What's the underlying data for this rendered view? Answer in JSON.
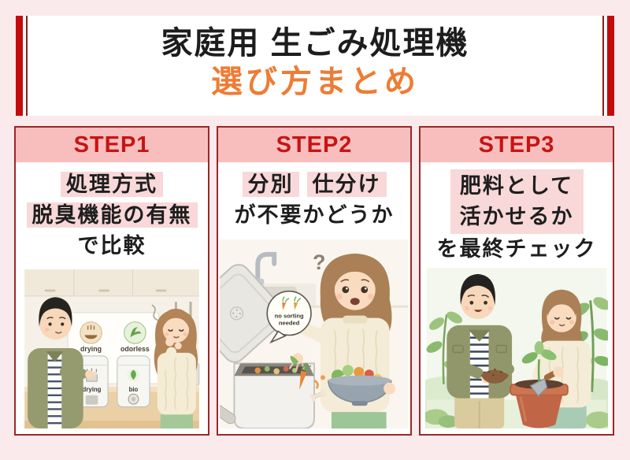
{
  "header": {
    "title_line1": "家庭用 生ごみ処理機",
    "title_line2": "選び方まとめ"
  },
  "steps": [
    {
      "label": "STEP1",
      "highlight1": "処理方式",
      "highlight2": "脱臭機能の有無",
      "plain": "で比較",
      "illustration": {
        "board_label_drying": "drying",
        "board_label_odorless": "odorless",
        "unit_label_drying": "drying",
        "unit_label_bio": "bio"
      }
    },
    {
      "label": "STEP2",
      "highlight1": "分別",
      "highlight2": "仕分け",
      "plain": "が不要かどうか",
      "illustration": {
        "bubble_line1": "no sorting",
        "bubble_line2": "needed",
        "question_mark": "?"
      }
    },
    {
      "label": "STEP3",
      "highlight1": "肥料として",
      "highlight2": "活かせるか",
      "plain": "を最終チェック"
    }
  ],
  "colors": {
    "page_bg": "#faeaec",
    "bar_red": "#c40b0b",
    "line_red": "#8c1e1e",
    "border_red": "#9c2727",
    "band_pink": "#f8bebe",
    "step_red": "#c71414",
    "hl_pink": "#f8d8d8",
    "title_black": "#1d1d1d",
    "title_orange": "#ee7c35"
  }
}
